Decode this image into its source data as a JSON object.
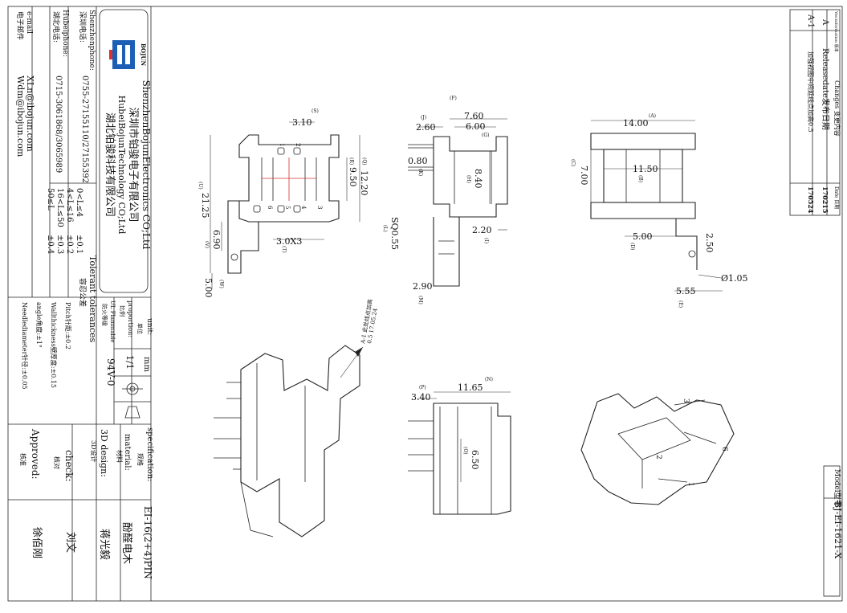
{
  "company": {
    "name_en": "ShenzhenBojunElectronics CO;Ltd",
    "name_cn_sz": "深圳市铂骏电子有限公司",
    "name_hb_en": "HubeiBojunTechnology CO;Ltd",
    "name_cn_hb": "湖北铂骏科技有限公司",
    "logo_text": "BOJUN"
  },
  "contacts": {
    "sz_label_en": "Shenzhenphone:",
    "sz_label_cn": "深圳电话:",
    "sz_phone": "0755-27155110/27155392",
    "hb_label_en": "Hubeiphone:",
    "hb_label_cn": "湖北电话:",
    "hb_phone": "0715-3061868/3065989",
    "email_label_en": "e-mail",
    "email_label_cn": "电子邮件",
    "email_1": "XLn@ibojun.com",
    "email_2": "Wdm@ibojun.com"
  },
  "tolerances": {
    "title_en": "Tolerant tolerances",
    "title_cn": "容忍公差",
    "rows": [
      {
        "range": "0<L≤4",
        "tol": "±0.1"
      },
      {
        "range": "4<L≤16",
        "tol": "±0.2"
      },
      {
        "range": "16<L≤50",
        "tol": "±0.3"
      },
      {
        "range": "50≤L",
        "tol": "±0.4"
      }
    ],
    "notes": [
      "Pitch针距:±0.2",
      "Wallthickness壁厚度:±0.15",
      "angle角度:±1°",
      "Needlediameter针径:±0.05"
    ]
  },
  "unit_block": {
    "unit_label": "unit:",
    "unit_label_cn": "单位",
    "unit_value": "mm",
    "proportion_label": "proportion:",
    "proportion_label_cn": "比例",
    "proportion_value": "1/1",
    "flame_label": "UL Flammable",
    "flame_label_cn": "防火等级",
    "flame_value": "94V-0"
  },
  "spec_block": {
    "spec_label": "specification:",
    "spec_label_cn": "规格",
    "spec_value": "EI-16(2+4)PIN",
    "material_label": "material:",
    "material_label_cn": "材料",
    "material_value": "酚醛电木",
    "design_label": "3D design:",
    "design_label_cn": "3D设计",
    "design_value": "蒋光毅",
    "check_label": "check:",
    "check_label_cn": "核对",
    "check_value": "刘文",
    "approved_label": "Approved:",
    "approved_label_cn": "核准",
    "approved_value": "徐佰刚"
  },
  "revisions": {
    "col_ver": "Ver.information 版本",
    "col_changes": "Changes 变更内容",
    "col_date": "Date 日期",
    "rows": [
      {
        "ver": "A",
        "change": "Releasedate发布日期",
        "date": "170215"
      },
      {
        "ver": "A-1",
        "change": "加强视图中间延线点加高0.5",
        "date": "170524"
      }
    ]
  },
  "model": {
    "label": "Model型号",
    "value": "BJ-EI-1621-X"
  },
  "note_callout": {
    "line1": "A-1 此处线点加高",
    "line2": "0.5 17.05.24"
  },
  "dimensions": {
    "front": {
      "s": "3.10",
      "s_tag": "(S)",
      "q": "12.20",
      "q_tag": "(Q)",
      "r": "9.50",
      "r_tag": "(R)",
      "u": "21.25",
      "u_tag": "(U)",
      "v": "6.90",
      "v_tag": "(V)",
      "t": "3.0X3",
      "t_tag": "(T)",
      "w": "5.00",
      "w_tag": "(W)",
      "pins": [
        "1",
        "2",
        "3",
        "4",
        "5",
        "6"
      ]
    },
    "side": {
      "f": "7.60",
      "f_tag": "(F)",
      "g": "6.00",
      "g_tag": "(G)",
      "j": "2.60",
      "j_tag": "(J)",
      "k": "0.80",
      "k_tag": "(K)",
      "h": "8.40",
      "h_tag": "(H)",
      "i": "2.20",
      "i_tag": "(I)",
      "l": "SQ0.55",
      "l_tag": "(L)",
      "m": "2.90",
      "m_tag": "(M)"
    },
    "top": {
      "a": "14.00",
      "a_tag": "(A)",
      "c": "7.00",
      "c_tag": "(C)",
      "b": "11.50",
      "b_tag": "(B)",
      "d": "5.00",
      "d_tag": "(D)",
      "e": "5.55",
      "e_tag": "(E)",
      "hole": "2.50",
      "dia": "Ø1.05"
    },
    "bottom": {
      "n": "11.65",
      "n_tag": "(N)",
      "p": "3.40",
      "p_tag": "(P)",
      "o": "6.50",
      "o_tag": "(O)"
    },
    "iso_pins": [
      "3",
      "2",
      "6",
      "1"
    ]
  }
}
